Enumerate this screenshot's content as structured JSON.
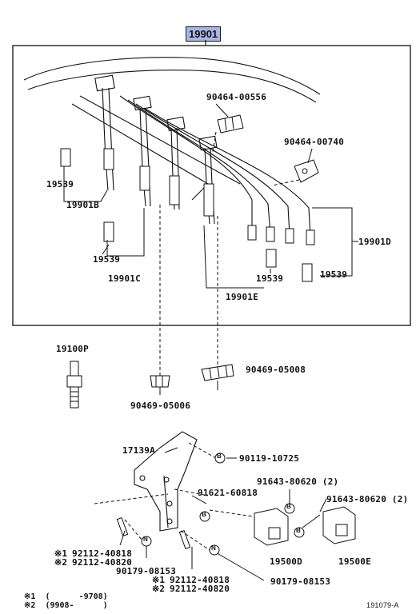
{
  "assembly_number": "19901",
  "labels": {
    "p_90464_00556": "90464-00556",
    "p_90464_00740": "90464-00740",
    "p_19539_a": "19539",
    "p_19901b": "19901B",
    "p_19539_b": "19539",
    "p_19901c": "19901C",
    "p_19539_c": "19539",
    "p_19539_d": "19539",
    "p_19901d": "19901D",
    "p_19901e": "19901E",
    "p_19100p": "19100P",
    "p_90469_05008": "90469-05008",
    "p_90469_05006": "90469-05006",
    "p_17139a": "17139A",
    "p_90119_10725": "90119-10725",
    "p_91621_60818": "91621-60818",
    "p_91643_80620_a": "91643-80620 (2)",
    "p_91643_80620_b": "91643-80620 (2)",
    "p_92112_40818_a": "92112-40818",
    "p_92112_40820_a": "92112-40820",
    "p_90179_08153_a": "90179-08153",
    "p_92112_40818_b": "92112-40818",
    "p_92112_40820_b": "92112-40820",
    "p_90179_08153_b": "90179-08153",
    "p_19500d": "19500D",
    "p_19500e": "19500E"
  },
  "markers": {
    "note1": "※1",
    "note2": "※2",
    "b": "B",
    "n": "N"
  },
  "footnotes": {
    "line1": "※1  (      -9708)",
    "line2": "※2  (9908-      )"
  },
  "figure_id": "191079-A"
}
